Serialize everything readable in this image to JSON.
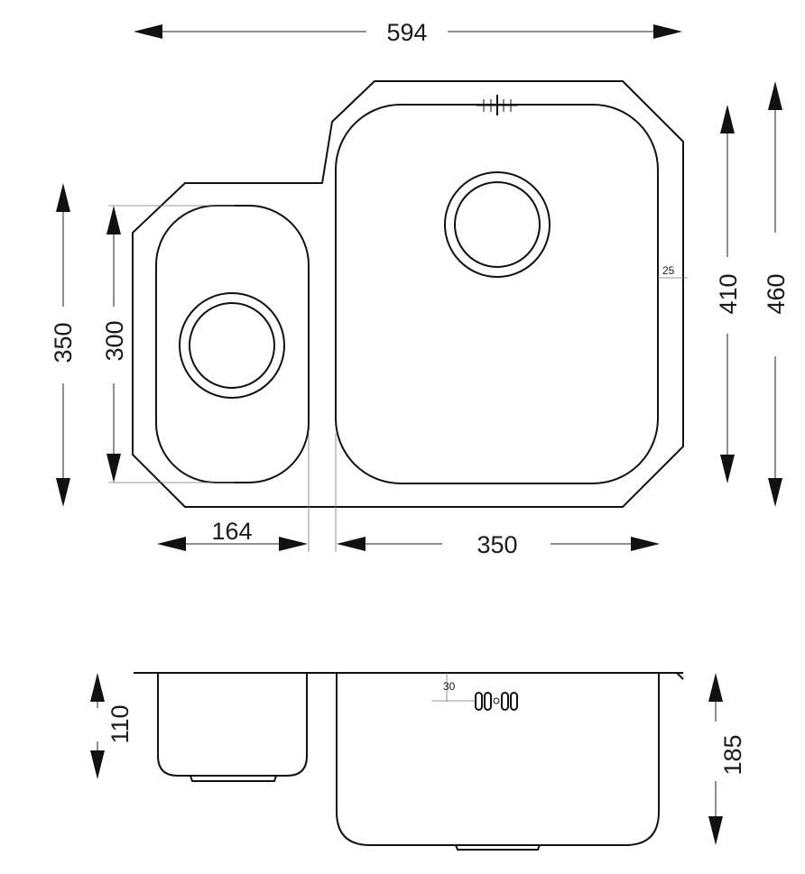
{
  "dimensions": {
    "overall_width": "594",
    "small_bowl_width": "164",
    "large_bowl_width": "350",
    "left_height_outer": "350",
    "small_bowl_length": "300",
    "large_bowl_length": "410",
    "overall_depth": "460",
    "side_margin": "25",
    "small_bowl_depth": "110",
    "large_bowl_depth": "185",
    "tap_offset": "30"
  }
}
